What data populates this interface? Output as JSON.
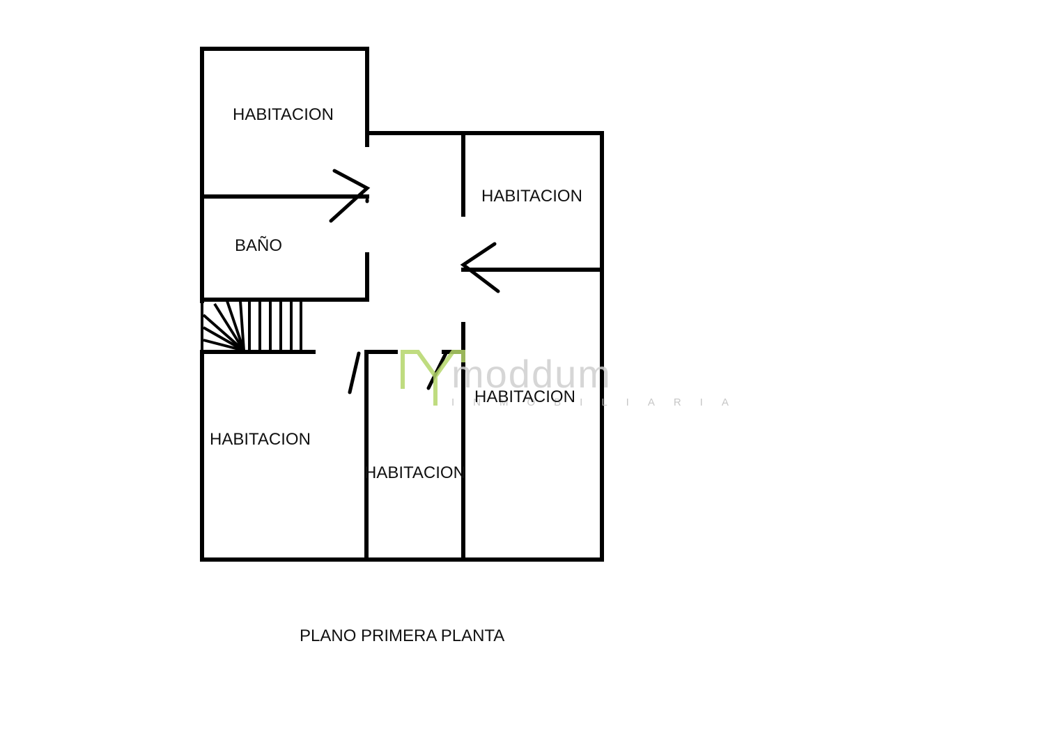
{
  "plan": {
    "title": "PLANO PRIMERA PLANTA",
    "rooms": {
      "top_left": "HABITACION",
      "bathroom": "BAÑO",
      "right_top": "HABITACION",
      "right_bottom": "HABITACION",
      "bottom_left": "HABITACION",
      "bottom_middle": "HABITACION"
    }
  },
  "watermark": {
    "brand": "moddum",
    "subtitle": "INMOBILIARIA",
    "accent_color": "#b5d66a"
  }
}
